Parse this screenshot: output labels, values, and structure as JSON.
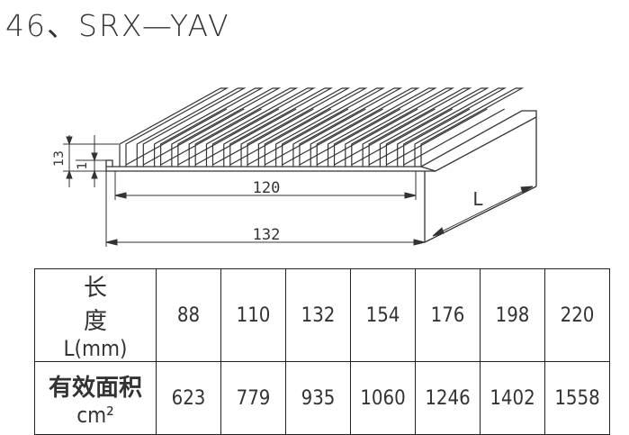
{
  "title": "46、SRX—YAV",
  "drawing": {
    "dim_overall": "132",
    "dim_inner": "120",
    "dim_height": "13",
    "dim_base": "1",
    "dim_length": "L"
  },
  "table": {
    "row1_label_a": "长 度",
    "row1_label_b": "L(mm)",
    "row2_label_a": "有效面积",
    "row2_label_b": "cm²",
    "lengths": [
      "88",
      "110",
      "132",
      "154",
      "176",
      "198",
      "220"
    ],
    "areas": [
      "623",
      "779",
      "935",
      "1060",
      "1246",
      "1402",
      "1558"
    ]
  }
}
